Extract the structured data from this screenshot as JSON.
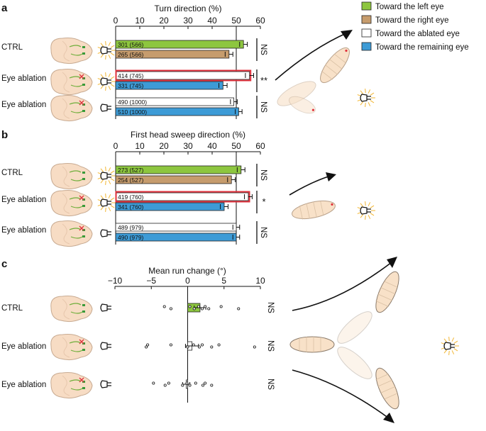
{
  "panels": {
    "a": {
      "letter": "a",
      "axis_title": "Turn direction (%)"
    },
    "b": {
      "letter": "b",
      "axis_title": "First head sweep direction (%)"
    },
    "c": {
      "letter": "c",
      "axis_title": "Mean run change (°)"
    }
  },
  "legend": [
    {
      "label": "Toward the left eye",
      "color": "#8dc63f"
    },
    {
      "label": "Toward the right eye",
      "color": "#c69c6d"
    },
    {
      "label": "Toward the ablated eye",
      "color": "#ffffff"
    },
    {
      "label": "Toward the remaining eye",
      "color": "#3d9bd6"
    }
  ],
  "colors": {
    "left": "#8dc63f",
    "right": "#c69c6d",
    "ablated": "#ffffff",
    "remaining": "#3d9bd6",
    "highlight": "#e0303b"
  },
  "chart_data": [
    {
      "type": "bar",
      "panel": "a",
      "title": "Turn direction (%)",
      "xlim": [
        0,
        60
      ],
      "ticks": [
        "0",
        "10",
        "20",
        "30",
        "40",
        "50",
        "60"
      ],
      "groups": [
        {
          "label": "CTRL",
          "sig": "NS",
          "bars": [
            {
              "color": "#8dc63f",
              "value": 53,
              "err": 1.6,
              "text": "301 (566)",
              "highlight": false
            },
            {
              "color": "#c69c6d",
              "value": 47,
              "err": 1.6,
              "text": "265 (566)",
              "highlight": false
            }
          ]
        },
        {
          "label": "Eye ablation",
          "sig": "**",
          "bars": [
            {
              "color": "#ffffff",
              "value": 55.5,
              "err": 1.7,
              "text": "414 (745)",
              "highlight": true
            },
            {
              "color": "#3d9bd6",
              "value": 44.5,
              "err": 1.7,
              "text": "331 (745)",
              "highlight": false
            }
          ]
        },
        {
          "label": "Eye ablation",
          "sig": "NS",
          "bars": [
            {
              "color": "#ffffff",
              "value": 49,
              "err": 1.4,
              "text": "490 (1000)",
              "highlight": false
            },
            {
              "color": "#3d9bd6",
              "value": 51,
              "err": 1.4,
              "text": "510 (1000)",
              "highlight": false
            }
          ]
        }
      ]
    },
    {
      "type": "bar",
      "panel": "b",
      "title": "First head sweep direction (%)",
      "xlim": [
        0,
        60
      ],
      "ticks": [
        "0",
        "10",
        "20",
        "30",
        "40",
        "50",
        "60"
      ],
      "groups": [
        {
          "label": "CTRL",
          "sig": "NS",
          "bars": [
            {
              "color": "#8dc63f",
              "value": 52,
              "err": 1.6,
              "text": "273 (527)",
              "highlight": false
            },
            {
              "color": "#c69c6d",
              "value": 48,
              "err": 1.6,
              "text": "254 (527)",
              "highlight": false
            }
          ]
        },
        {
          "label": "Eye ablation",
          "sig": "*",
          "bars": [
            {
              "color": "#ffffff",
              "value": 55,
              "err": 1.6,
              "text": "419 (760)",
              "highlight": true
            },
            {
              "color": "#3d9bd6",
              "value": 45,
              "err": 1.6,
              "text": "341 (760)",
              "highlight": false
            }
          ]
        },
        {
          "label": "Eye ablation",
          "sig": "NS",
          "bars": [
            {
              "color": "#ffffff",
              "value": 50,
              "err": 1.4,
              "text": "489 (979)",
              "highlight": false
            },
            {
              "color": "#3d9bd6",
              "value": 50,
              "err": 1.4,
              "text": "490 (979)",
              "highlight": false
            }
          ]
        }
      ]
    },
    {
      "type": "bar",
      "panel": "c",
      "title": "Mean run change (°)",
      "xlim": [
        -10,
        10
      ],
      "ticks": [
        "−10",
        "−5",
        "0",
        "5",
        "10"
      ],
      "groups": [
        {
          "label": "CTRL",
          "sig": "NS",
          "mean": 1.7,
          "err": 0.8,
          "color": "#8dc63f",
          "points": [
            -3.2,
            -2.3,
            0.3,
            0.9,
            1.5,
            2.0,
            2.4,
            2.9,
            4.6,
            7.0
          ]
        },
        {
          "label": "Eye ablation",
          "sig": "NS",
          "mean": 0.6,
          "err": 0.9,
          "color": "#ffffff",
          "points": [
            -5.5,
            -5.7,
            -2.3,
            0.0,
            0.8,
            1.6,
            2.0,
            3.3,
            4.3,
            9.2
          ]
        },
        {
          "label": "Eye ablation",
          "sig": "NS",
          "mean": -0.2,
          "err": 0.5,
          "color": "#ffffff",
          "points": [
            -4.7,
            -3.1,
            -2.6,
            -0.7,
            -0.1,
            0.3,
            1.1,
            2.1,
            2.4,
            3.3
          ]
        }
      ]
    }
  ]
}
